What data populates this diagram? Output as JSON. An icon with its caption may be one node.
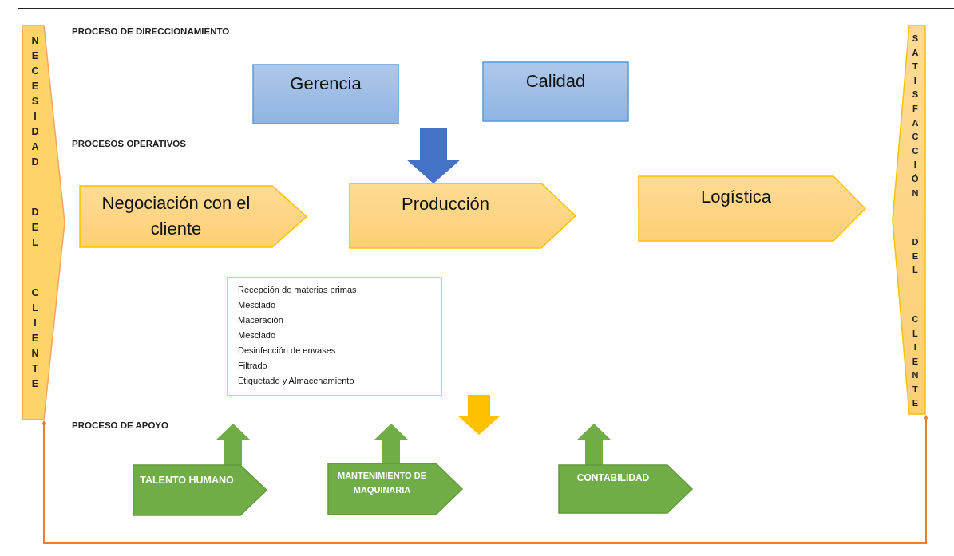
{
  "diagram": {
    "nodes": [
      {
        "text": [
          "NECESIDAD DEL CLIENTE"
        ]
      },
      {
        "text": [
          "Gerencia"
        ]
      },
      {
        "text": [
          "Calidad"
        ]
      },
      {
        "text": [
          "Negociación con el cliente"
        ]
      },
      {
        "text": [
          "Producción"
        ]
      },
      {
        "text": [
          "Logística"
        ]
      },
      {
        "text": [
          "Recepción de materias primas",
          "Mesclado",
          "Maceración",
          "Mesclado",
          "Desinfección de envases",
          "Filtrado",
          "Etiquetado y Almacenamiento"
        ]
      },
      {
        "text": [
          "TALENTO HUMANO"
        ]
      },
      {
        "text": [
          "MANTENIMIENTO DE MAQUINARIA"
        ]
      },
      {
        "text": [
          "CONTABILIDAD"
        ]
      },
      {
        "text": [
          "SATISFACCIÓN DEL CLIENTE"
        ]
      }
    ],
    "edges": [
      {
        "from": null,
        "to": 4,
        "arrow": "to",
        "style": "thick",
        "color": "#4472c4"
      },
      {
        "from": 7,
        "to": null,
        "arrow": "to",
        "style": "thick"
      },
      {
        "from": 8,
        "to": null,
        "arrow": "to",
        "style": "thick"
      },
      {
        "from": 9,
        "to": null,
        "arrow": "to",
        "style": "thick"
      },
      {
        "from": 0,
        "to": 10,
        "arrow": "both",
        "color": "#ed7d31"
      }
    ],
    "labels": [
      "PROCESO DE DIRECCIONAMIENTO",
      "PROCESOS OPERATIVOS",
      "PROCESO DE APOYO"
    ]
  }
}
